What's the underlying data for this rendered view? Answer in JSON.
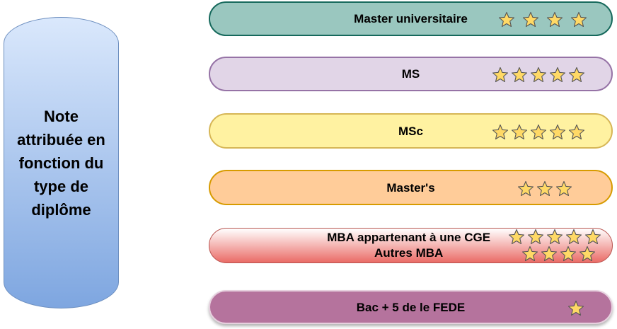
{
  "left_label": "Note attribuée en fonction du type de diplôme",
  "rows": [
    {
      "label": "Master universitaire",
      "stars": 4
    },
    {
      "label": "MS",
      "stars": 5
    },
    {
      "label": "MSc",
      "stars": 5
    },
    {
      "label": "Master's",
      "stars": 3
    },
    {
      "label": "MBA appartenant à une CGE",
      "label2": "Autres MBA",
      "stars": 5,
      "stars2": 4
    },
    {
      "label": "Bac + 5 de le FEDE",
      "stars": 1
    }
  ],
  "colors": {
    "star_fill": "#ffd966",
    "star_stroke": "#555555"
  }
}
